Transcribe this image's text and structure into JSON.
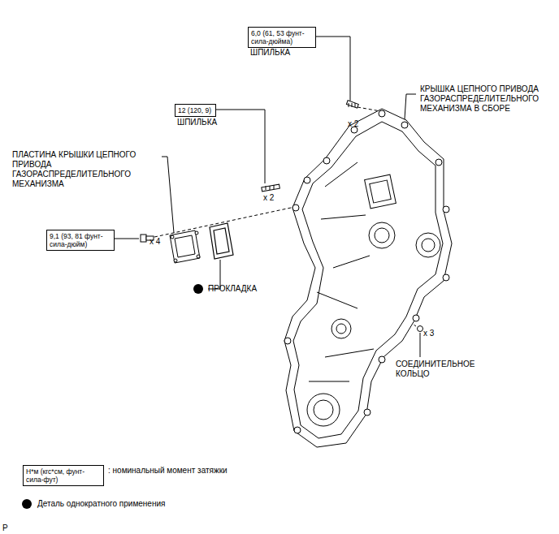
{
  "diagram": {
    "nodes": [
      {
        "text": [
          "6,0 (61, 53 фунт-сила-дюйма)"
        ]
      },
      {
        "text": [
          "12 (120, 9)"
        ]
      },
      {
        "text": [
          "9,1 (93, 81 фунт-сила-дюйм)"
        ]
      },
      {
        "text": [
          "Н*м (кгс*см, фунт-сила-фут)"
        ]
      }
    ],
    "labels": [
      "ШПИЛЬКА",
      "x 2",
      "ШПИЛЬКА",
      "x 2",
      "КРЫШКА ЦЕПНОГО ПРИВОДА ГАЗОРАСПРЕДЕЛИТЕЛЬНОГО МЕХАНИЗМА В СБОРЕ",
      "ПЛАСТИНА КРЫШКИ ЦЕПНОГО ПРИВОДА ГАЗОРАСПРЕДЕЛИТЕЛЬНОГО МЕХАНИЗМА",
      "x 4",
      "ПРОКЛАДКА",
      "x 3",
      "СОЕДИНИТЕЛЬНОЕ КОЛЬЦО",
      "P"
    ],
    "legend": [
      {
        "text": ": номинальный момент затяжки"
      },
      {
        "text": "Деталь однократного применения",
        "color": "#000000"
      }
    ]
  }
}
